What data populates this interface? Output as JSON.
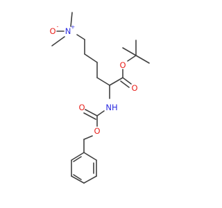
{
  "colors": {
    "bond": "#404040",
    "oxygen": "#e8231e",
    "nitrogen": "#2a2ae0",
    "background": "#ffffff"
  },
  "atoms": {
    "n_oxide_o": {
      "symbol": "O",
      "charge": "-"
    },
    "n_oxide_n": {
      "symbol": "N",
      "charge": "+"
    },
    "ester_o_single": {
      "symbol": "O"
    },
    "ester_o_double": {
      "symbol": "O"
    },
    "amide_nh": {
      "symbol": "NH"
    },
    "carbamate_o_double": {
      "symbol": "O"
    },
    "carbamate_o_single": {
      "symbol": "O"
    }
  }
}
